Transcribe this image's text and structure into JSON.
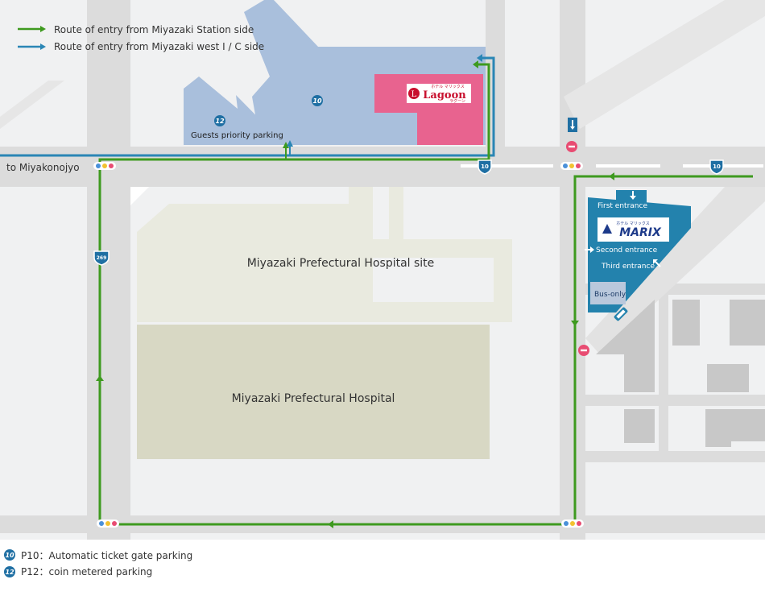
{
  "legend": {
    "green_route": "Route of entry from Miyazaki Station side",
    "blue_route": "Route of entry from Miyazaki west I / C side"
  },
  "colors": {
    "green_route": "#3e9a1f",
    "blue_route": "#2a86b5",
    "parking_light": "#a9bfdc",
    "lagoon": "#e8638f",
    "marix": "#2382ad",
    "road": "#dcdcdc",
    "background": "#f0f1f2",
    "hospital_site": "#e9eadf",
    "hospital": "#d8d8c4"
  },
  "places": {
    "destination": "to Miyakonojyo",
    "hospital_site": "Miyazaki Prefectural Hospital site",
    "hospital": "Miyazaki Prefectural Hospital",
    "guest_parking": "Guests priority parking",
    "p10_badge": "10",
    "p12_badge": "12",
    "route_10": "10",
    "route_269": "269"
  },
  "buildings": {
    "lagoon_name": "Lagoon",
    "lagoon_top": "ホテル マリックス",
    "lagoon_bottom": "ラグーン",
    "marix_name": "MARIX",
    "marix_top": "ホテル マリックス",
    "first_entrance": "First entrance",
    "second_entrance": "Second entrance",
    "third_entrance": "Third entrance",
    "bus_only": "Bus-only"
  },
  "footer": {
    "p10_text": "P10：Automatic ticket gate parking",
    "p12_text": "P12：coin metered parking"
  }
}
